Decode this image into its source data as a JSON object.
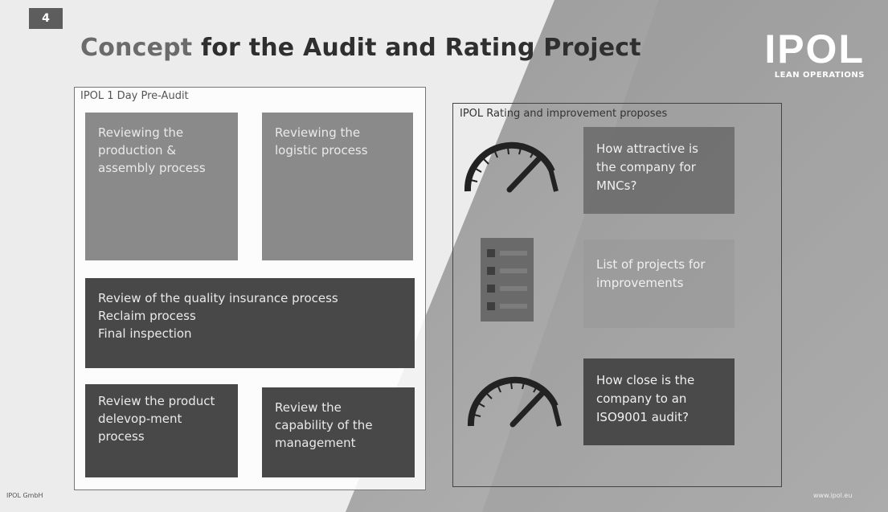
{
  "page_number": "4",
  "title": {
    "accent": "Concept",
    "main": " for the Audit and Rating Project"
  },
  "logo": {
    "mark": "IPOL",
    "subtitle": "LEAN OPERATIONS"
  },
  "left_panel": {
    "label": "IPOL 1 Day Pre-Audit",
    "boxes": {
      "production": "Reviewing the production & assembly process",
      "logistic": "Reviewing the logistic process",
      "quality": [
        "Review of the quality insurance process",
        "Reclaim process",
        "Final inspection"
      ],
      "product_dev": "Review the product delevop-ment process",
      "management": "Review the capability of the management"
    }
  },
  "right_panel": {
    "label": "IPOL Rating and improvement proposes",
    "items": {
      "attractive": "How attractive is the company for MNCs?",
      "projects": "List of projects for improvements",
      "iso": "How close is the company to an ISO9001 audit?"
    }
  },
  "footer": {
    "left": "IPOL GmbH",
    "right": "www.ipol.eu"
  },
  "colors": {
    "light_box": "#8a8a8a",
    "dark_box": "#484848",
    "title_accent": "#6b6b6b"
  }
}
